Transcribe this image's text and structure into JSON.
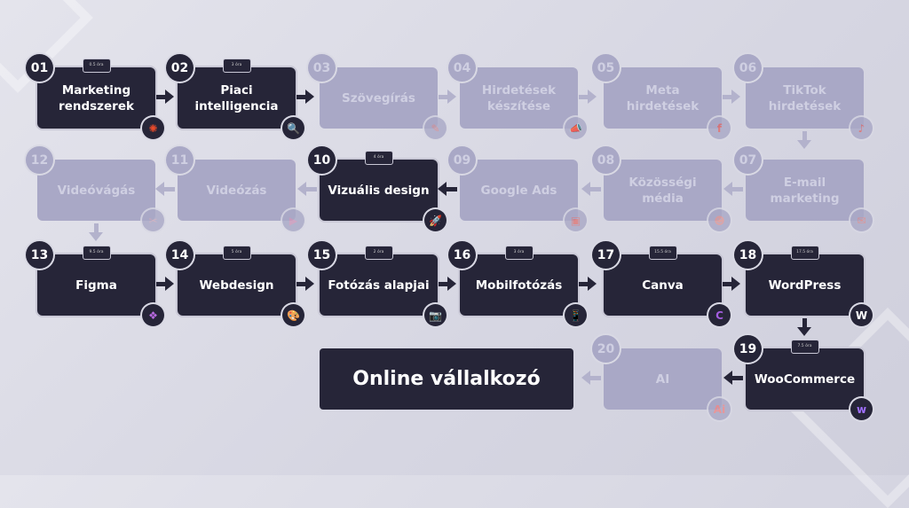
{
  "steps": [
    {
      "num": "01",
      "label": "Marketing rendszerek",
      "hours": "0.5 óra",
      "active": true,
      "icon": "target-icon",
      "glyph": "✺",
      "color": "#e84a2a"
    },
    {
      "num": "02",
      "label": "Piaci intelligencia",
      "hours": "3 óra",
      "active": true,
      "icon": "magnifier-icon",
      "glyph": "🔍",
      "color": "#d9603a"
    },
    {
      "num": "03",
      "label": "Szövegírás",
      "active": false,
      "icon": "pen-icon",
      "glyph": "✎",
      "color": "#d88"
    },
    {
      "num": "04",
      "label": "Hirdetések készítése",
      "active": false,
      "icon": "megaphone-icon",
      "glyph": "📣",
      "color": "#d66"
    },
    {
      "num": "05",
      "label": "Meta hirdetések",
      "active": false,
      "icon": "facebook-icon",
      "glyph": "f",
      "color": "#d66"
    },
    {
      "num": "06",
      "label": "TikTok hirdetések",
      "active": false,
      "icon": "tiktok-icon",
      "glyph": "♪",
      "color": "#d66"
    },
    {
      "num": "07",
      "label": "E-mail marketing",
      "active": false,
      "icon": "email-icon",
      "glyph": "✉",
      "color": "#d88"
    },
    {
      "num": "08",
      "label": "Közösségi média",
      "active": false,
      "icon": "social-icon",
      "glyph": "☻",
      "color": "#d99"
    },
    {
      "num": "09",
      "label": "Google Ads",
      "active": false,
      "icon": "ads-icon",
      "glyph": "▣",
      "color": "#d77"
    },
    {
      "num": "10",
      "label": "Vizuális design",
      "hours": "4 óra",
      "active": true,
      "icon": "rocket-icon",
      "glyph": "🚀",
      "color": "#c58be8"
    },
    {
      "num": "11",
      "label": "Videózás",
      "active": false,
      "icon": "video-icon",
      "glyph": "▶",
      "color": "#c9b"
    },
    {
      "num": "12",
      "label": "Videóvágás",
      "active": false,
      "icon": "scissors-icon",
      "glyph": "✂",
      "color": "#cab"
    },
    {
      "num": "13",
      "label": "Figma",
      "hours": "9.5 óra",
      "active": true,
      "icon": "figma-icon",
      "glyph": "❖",
      "color": "#b86ae0"
    },
    {
      "num": "14",
      "label": "Webdesign",
      "hours": "5 óra",
      "active": true,
      "icon": "palette-icon",
      "glyph": "🎨",
      "color": "#b86ae0"
    },
    {
      "num": "15",
      "label": "Fotózás alapjai",
      "hours": "2 óra",
      "active": true,
      "icon": "camera-icon",
      "glyph": "📷",
      "color": "#b86ae0"
    },
    {
      "num": "16",
      "label": "Mobilfotózás",
      "hours": "3 óra",
      "active": true,
      "icon": "phone-icon",
      "glyph": "📱",
      "color": "#b86ae0"
    },
    {
      "num": "17",
      "label": "Canva",
      "hours": "15.5 óra",
      "active": true,
      "icon": "canva-icon",
      "glyph": "C",
      "color": "#a45de0"
    },
    {
      "num": "18",
      "label": "WordPress",
      "hours": "17.5 óra",
      "active": true,
      "icon": "wordpress-icon",
      "glyph": "W",
      "color": "#ffffff"
    },
    {
      "num": "19",
      "label": "WooCommerce",
      "hours": "7.5 óra",
      "active": true,
      "icon": "woocommerce-icon",
      "glyph": "w",
      "color": "#a070ff"
    },
    {
      "num": "20",
      "label": "AI",
      "active": false,
      "icon": "ai-icon",
      "glyph": "Ai",
      "color": "#e88"
    }
  ],
  "final": {
    "label": "Online vállalkozó"
  },
  "colors": {
    "active": "#262538",
    "inactive": "#a9a8c6"
  }
}
